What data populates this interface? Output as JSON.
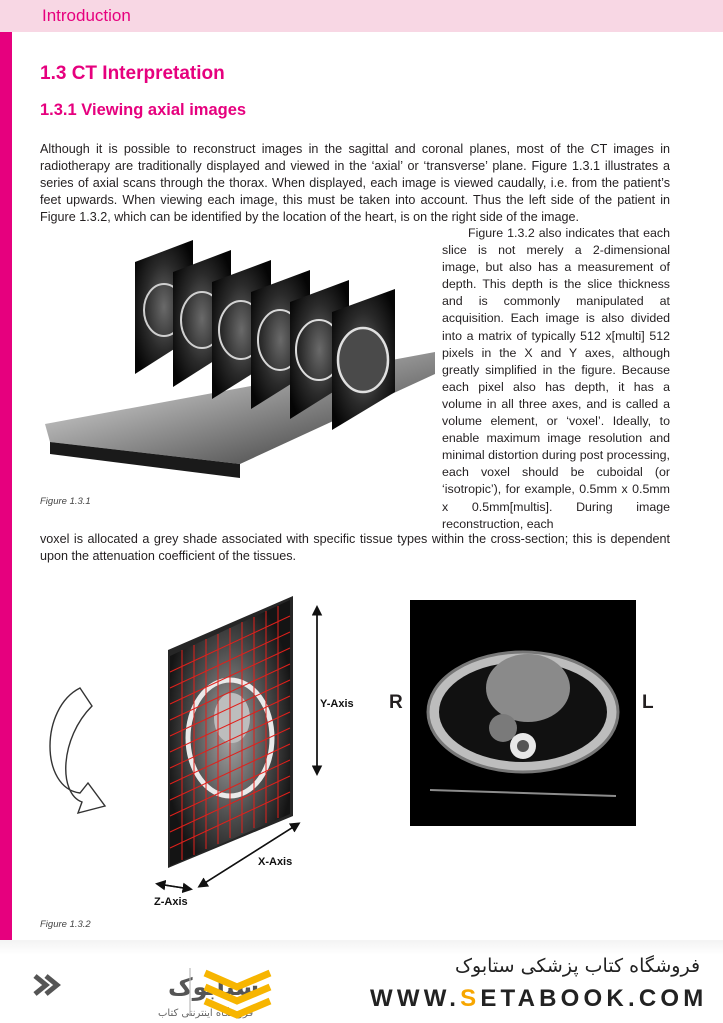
{
  "header": {
    "section": "Introduction"
  },
  "headings": {
    "h1": "1.3 CT Interpretation",
    "h2": "1.3.1 Viewing axial images"
  },
  "body": {
    "para1": "Although it is possible to reconstruct images in the sagittal and coronal planes, most of the CT images in radiotherapy are traditionally displayed and viewed in the ‘axial’ or ‘transverse’ plane. Figure 1.3.1 illustrates a series of axial scans through the thorax. When displayed, each image is viewed caudally, i.e. from the patient’s feet upwards. When viewing each image, this must be taken into account. Thus the left side of the patient in Figure 1.3.2, which can be identified by the location of the heart, is on the right side of the image.",
    "side_column": "Figure 1.3.2 also indicates that each slice is not merely a 2-dimensional image, but also has a measurement of depth. This depth is the slice thickness and is commonly manipulated at acquisition. Each image is also divided into a matrix of typically 512 x[multi] 512 pixels in the X and Y axes, although greatly simplified in the figure. Because each pixel also has depth, it has a volume in all three axes, and is called a volume element, or ‘voxel’. Ideally, to enable maximum image resolution and minimal distortion during post processing, each voxel should be cuboidal (or ‘isotropic’), for example, 0.5mm x 0.5mm x 0.5mm[multis]. During image reconstruction, each",
    "para2": "voxel is allocated a grey shade associated with specific tissue types within the cross-section; this is dependent upon the attenuation coefficient of the tissues."
  },
  "figures": {
    "fig1_caption": "Figure 1.3.1",
    "fig2_caption": "Figure 1.3.2",
    "axis_y": "Y-Axis",
    "axis_x": "X-Axis",
    "axis_z": "Z-Axis",
    "label_R": "R",
    "label_L": "L"
  },
  "footer": {
    "store_name_ar": "فروشگاه کتاب پزشکی ستابوک",
    "url_prefix": "WWW.",
    "url_accent": "S",
    "url_suffix": "ETABOOK.COM",
    "logo_text_ar": "ستابوک",
    "logo_tagline_ar": "فروشگاه اینترنتی کتاب"
  },
  "colors": {
    "accent": "#e6007e",
    "header_bg": "#f8d7e4",
    "logo_gold": "#f7b500",
    "url_accent": "#f7a600"
  }
}
